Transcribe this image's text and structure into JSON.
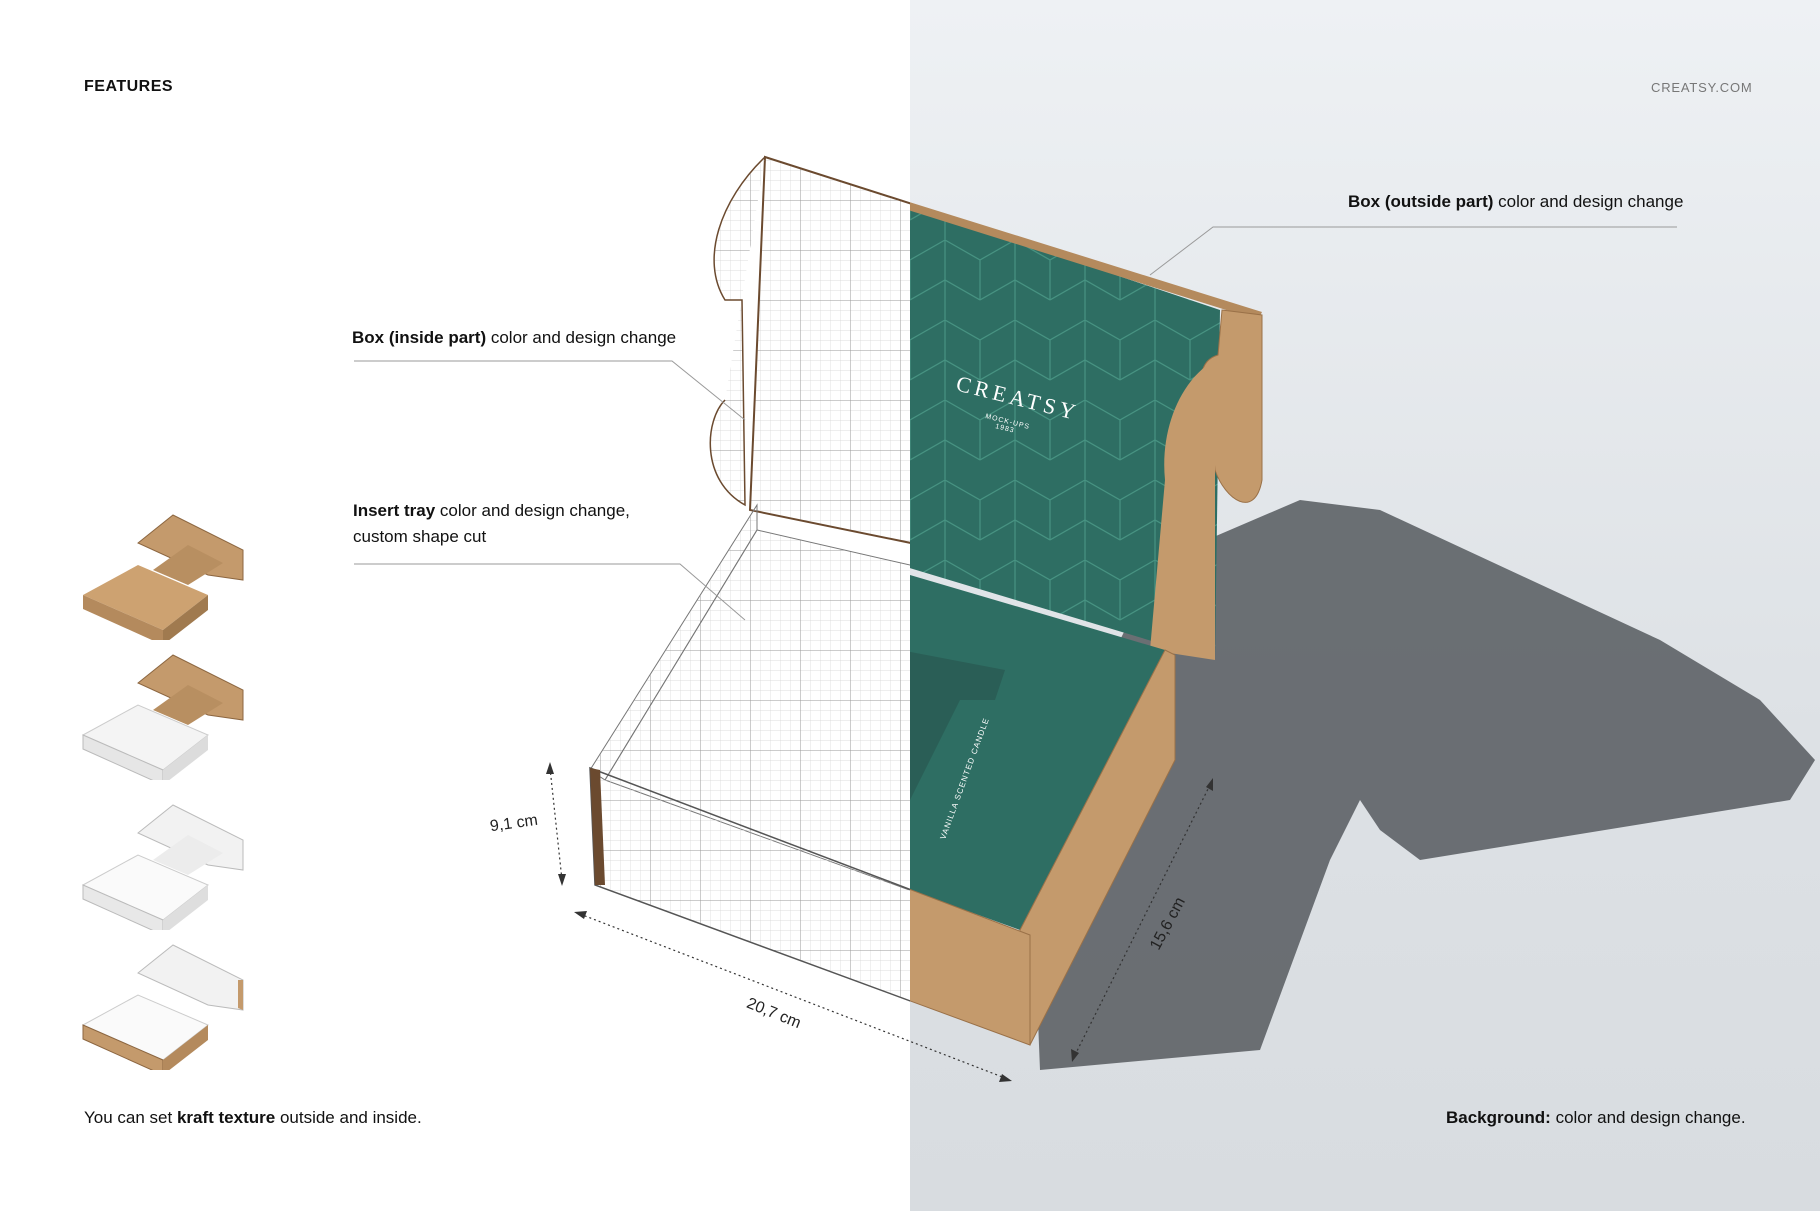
{
  "header": {
    "title": "FEATURES",
    "brand": "CREATSY.COM"
  },
  "callouts": {
    "outside": {
      "bold": "Box (outside part)",
      "rest": " color and design change"
    },
    "inside": {
      "bold": "Box (inside part)",
      "rest": " color and design change"
    },
    "tray": {
      "bold": "Insert tray",
      "rest": " color and design change,",
      "line2": "custom shape cut"
    }
  },
  "dimensions": {
    "height": "9,1 cm",
    "width": "20,7 cm",
    "depth": "15,6 cm"
  },
  "footer": {
    "left": {
      "pre": "You can set ",
      "bold": "kraft texture",
      "post": " outside and inside."
    },
    "right": {
      "bold": "Background:",
      "rest": " color and design change."
    }
  },
  "logo": {
    "name": "CREATSY",
    "sub": "MOCK-UPS",
    "year": "1983"
  },
  "tray_print": "VANILLA SCENTED CANDLE",
  "colors": {
    "kraft": "#c49a6c",
    "teal": "#2e6e63",
    "grid": "#bfbfbf",
    "shadow": "#5d6266"
  },
  "thumbnails": [
    {
      "variant": "kraft-outside-kraft-inside"
    },
    {
      "variant": "kraft-outside-white-inside"
    },
    {
      "variant": "white-outside-white-inside"
    },
    {
      "variant": "kraft-outside-white-lid"
    }
  ]
}
